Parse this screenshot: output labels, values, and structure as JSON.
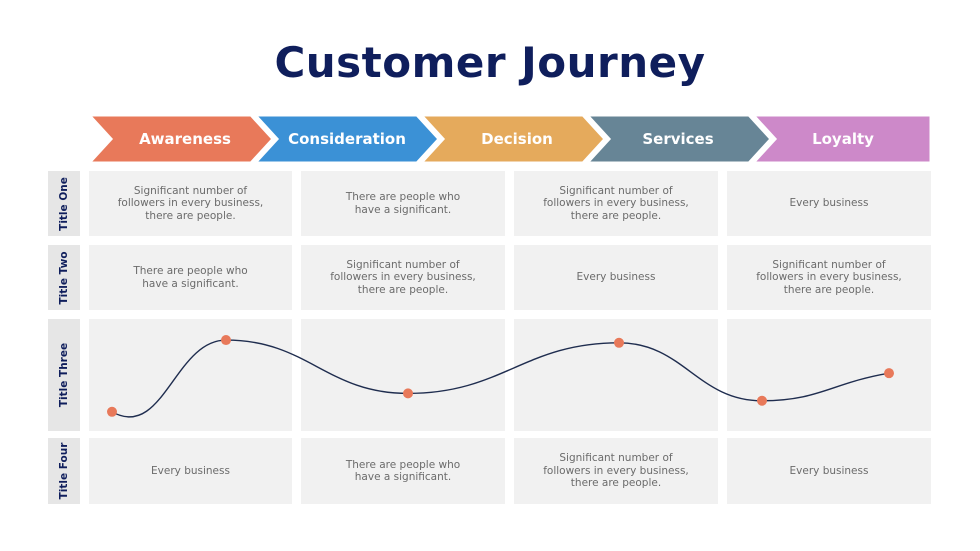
{
  "title": "Customer Journey",
  "stages": [
    {
      "label": "Awareness",
      "color": "#e8795a"
    },
    {
      "label": "Consideration",
      "color": "#3b91d6"
    },
    {
      "label": "Decision",
      "color": "#e5aa5c"
    },
    {
      "label": "Services",
      "color": "#678596"
    },
    {
      "label": "Loyalty",
      "color": "#cd89c9"
    }
  ],
  "rows": [
    {
      "label": "Title One",
      "cells": [
        "Significant number of\nfollowers in every business,\nthere are people.",
        "There are people who\nhave a significant.",
        "Significant number of\nfollowers in every business,\nthere are people.",
        "Every business"
      ]
    },
    {
      "label": "Title Two",
      "cells": [
        "There are people who\nhave a significant.",
        "Significant number of\nfollowers in every business,\nthere are people.",
        "Every business",
        "Significant number of\nfollowers in every business,\nthere are people."
      ]
    },
    {
      "label": "Title Three",
      "cells": [
        "",
        "",
        "",
        ""
      ]
    },
    {
      "label": "Title Four",
      "cells": [
        "Every business",
        "There are people who\nhave a significant.",
        "Significant number of\nfollowers in every business,\nthere are people.",
        "Every business"
      ]
    }
  ],
  "journey_curve": {
    "line_color": "#1f2d4f",
    "point_color": "#e8795a",
    "points_level": [
      0.1,
      0.88,
      0.3,
      0.85,
      0.22,
      0.52
    ]
  },
  "colors": {
    "title": "#0f1e5c",
    "cell_bg": "#f1f1f1",
    "label_bg": "#e6e6e6",
    "cell_text": "#6b6b6b"
  }
}
